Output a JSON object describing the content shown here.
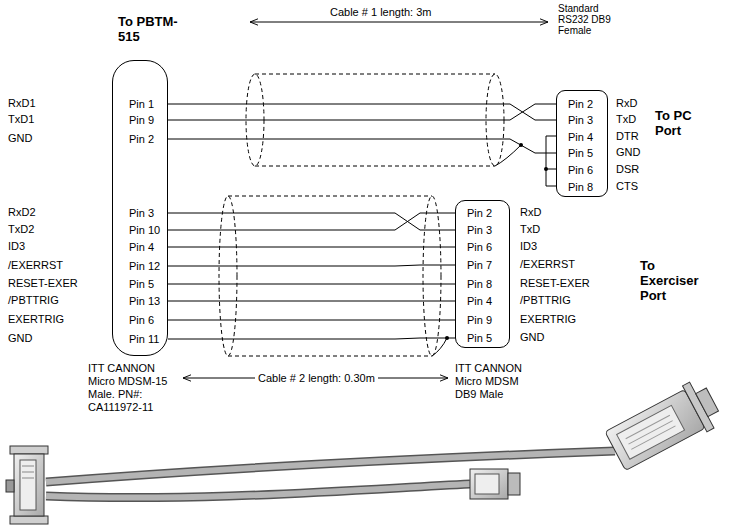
{
  "diagram": {
    "nodes": [
      {
        "text": [
          "Pin 1",
          "Pin 9",
          "Pin 2",
          "Pin 3",
          "Pin 10",
          "Pin 4",
          "Pin 12",
          "Pin 5",
          "Pin 13",
          "Pin 6",
          "Pin 11"
        ]
      },
      {
        "text": [
          "Pin 2",
          "Pin 3",
          "Pin 4",
          "Pin 5",
          "Pin 6",
          "Pin 8"
        ]
      },
      {
        "text": [
          "Pin 2",
          "Pin 3",
          "Pin 6",
          "Pin 7",
          "Pin 8",
          "Pin 4",
          "Pin 9",
          "Pin 5"
        ]
      }
    ],
    "edges": [
      {
        "from": 0,
        "to": 1,
        "arrow": "none"
      },
      {
        "from": 0,
        "to": 1,
        "arrow": "none"
      },
      {
        "from": 0,
        "to": 1,
        "arrow": "none"
      },
      {
        "from": 0,
        "to": 2,
        "arrow": "none"
      },
      {
        "from": 0,
        "to": 2,
        "arrow": "none"
      },
      {
        "from": 0,
        "to": 2,
        "arrow": "none"
      },
      {
        "from": 0,
        "to": 2,
        "arrow": "none"
      },
      {
        "from": 0,
        "to": 2,
        "arrow": "none"
      },
      {
        "from": 0,
        "to": 2,
        "arrow": "none"
      },
      {
        "from": 0,
        "to": 2,
        "arrow": "none"
      },
      {
        "from": 0,
        "to": 2,
        "arrow": "none"
      }
    ],
    "labels": [
      "To PBTM-515",
      "Cable # 1 length: 3m",
      "Standard RS232 DB9 Female",
      "RxD1",
      "TxD1",
      "GND",
      "RxD2",
      "TxD2",
      "ID3",
      "/EXERRST",
      "RESET-EXER",
      "/PBTTRIG",
      "EXERTRIG",
      "GND",
      "RxD",
      "TxD",
      "DTR",
      "GND",
      "DSR",
      "CTS",
      "To PC Port",
      "RxD",
      "TxD",
      "ID3",
      "/EXERRST",
      "RESET-EXER",
      "/PBTTRIG",
      "EXERTRIG",
      "GND",
      "To Exerciser Port",
      "ITT CANNON Micro MDSM-15 Male. PN#: CA111972-11",
      "Cable # 2 length: 0.30m",
      "ITT CANNON Micro MDSM DB9 Male"
    ]
  }
}
